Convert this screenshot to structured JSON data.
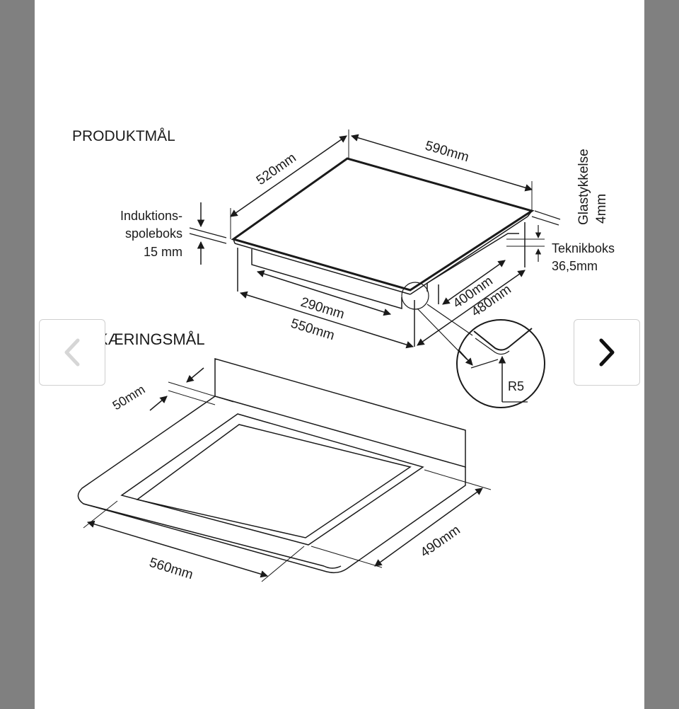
{
  "product_title": "PRODUKTMÅL",
  "cutout_title": "SKÆRINGSMÅL",
  "cutout_title_visible": "KÆRINGSMÅL",
  "product": {
    "depth": "520mm",
    "width": "590mm",
    "glass_label": "Glastykkelse",
    "glass_value": "4mm",
    "coil_line1": "Induktions-",
    "coil_line2": "spoleboks",
    "coil_line3": "15 mm",
    "tech_line1": "Teknikboks",
    "tech_line2": "36,5mm",
    "box_front": "290mm",
    "box_width": "550mm",
    "box_side_inner": "400mm",
    "box_side_outer": "480mm",
    "radius": "R5"
  },
  "cutout": {
    "margin": "50mm",
    "width": "560mm",
    "depth": "490mm"
  },
  "nav": {
    "prev_icon": "chevron-left-icon",
    "next_icon": "chevron-right-icon"
  }
}
